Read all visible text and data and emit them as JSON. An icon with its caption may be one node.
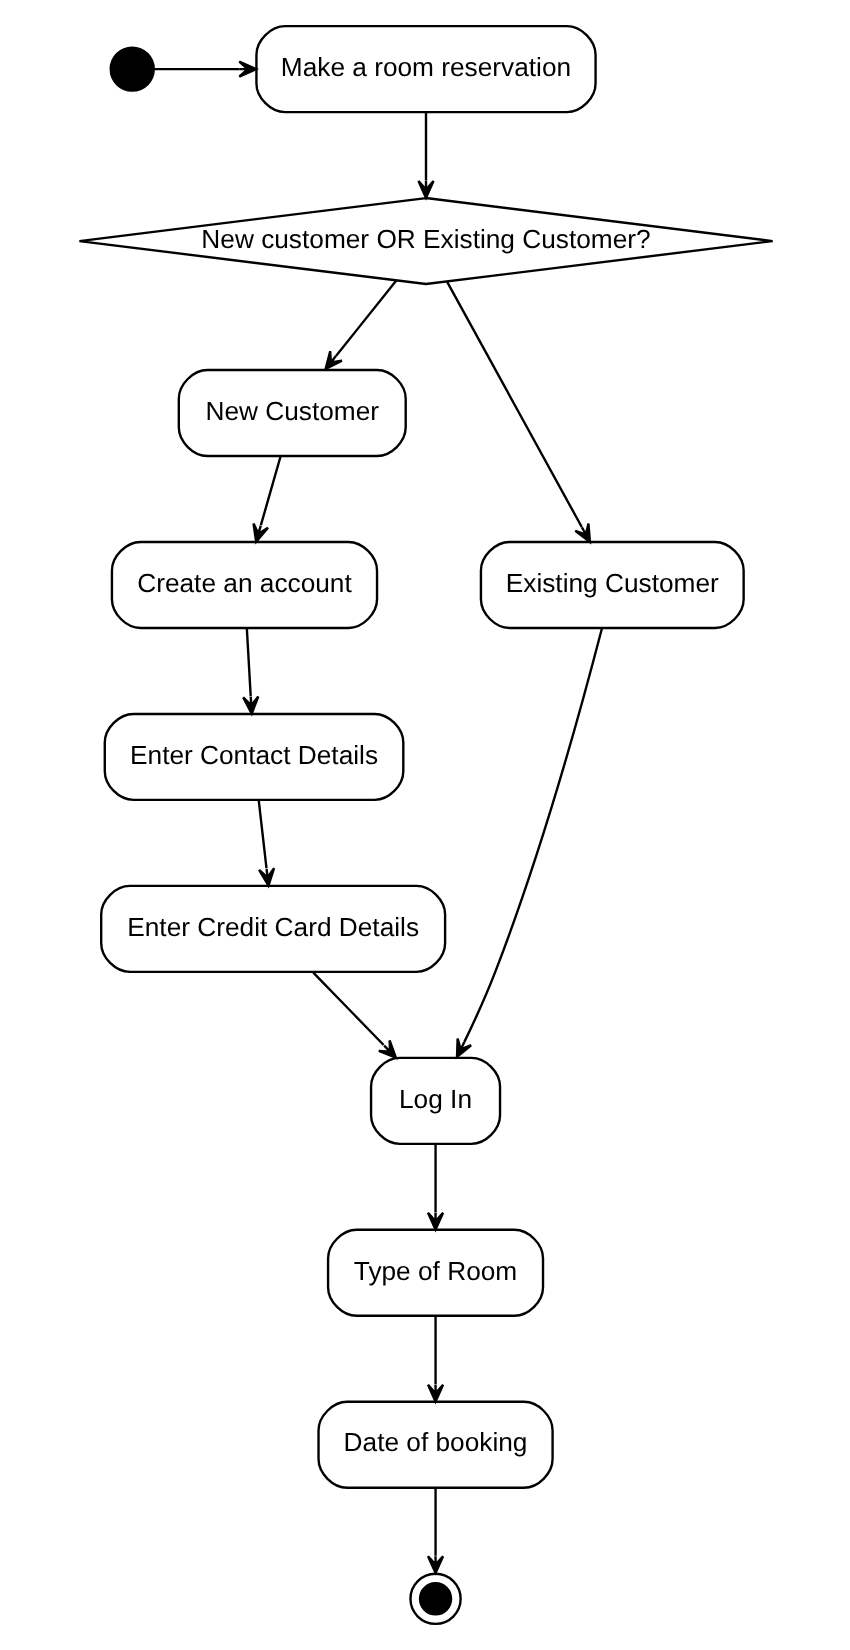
{
  "diagram": {
    "nodes": [
      {
        "text": [],
        "shape": "circle"
      },
      {
        "text": [
          "Make a room reservation"
        ]
      },
      {
        "text": [
          "New customer OR Existing Customer?"
        ]
      },
      {
        "text": [
          "New Customer"
        ]
      },
      {
        "text": [
          "Existing Customer"
        ]
      },
      {
        "text": [
          "Create an account"
        ]
      },
      {
        "text": [
          "Enter Contact Details"
        ]
      },
      {
        "text": [
          "Enter Credit Card Details"
        ]
      },
      {
        "text": [
          "Log In"
        ]
      },
      {
        "text": [
          "Type of Room"
        ]
      },
      {
        "text": [
          "Date of booking"
        ]
      },
      {
        "text": [],
        "shape": "bullseye"
      }
    ],
    "edges": [
      {
        "from": 0,
        "to": 1,
        "arrow": "to"
      },
      {
        "from": 1,
        "to": 2,
        "arrow": "to"
      },
      {
        "from": 2,
        "to": 3,
        "arrow": "to"
      },
      {
        "from": 2,
        "to": 4,
        "arrow": "to"
      },
      {
        "from": 3,
        "to": 5,
        "arrow": "to"
      },
      {
        "from": 5,
        "to": 6,
        "arrow": "to"
      },
      {
        "from": 6,
        "to": 7,
        "arrow": "to"
      },
      {
        "from": 7,
        "to": 8,
        "arrow": "to"
      },
      {
        "from": 4,
        "to": 8,
        "arrow": "to"
      },
      {
        "from": 8,
        "to": 9,
        "arrow": "to"
      },
      {
        "from": 9,
        "to": 10,
        "arrow": "to"
      },
      {
        "from": 10,
        "to": 11,
        "arrow": "to"
      }
    ]
  }
}
